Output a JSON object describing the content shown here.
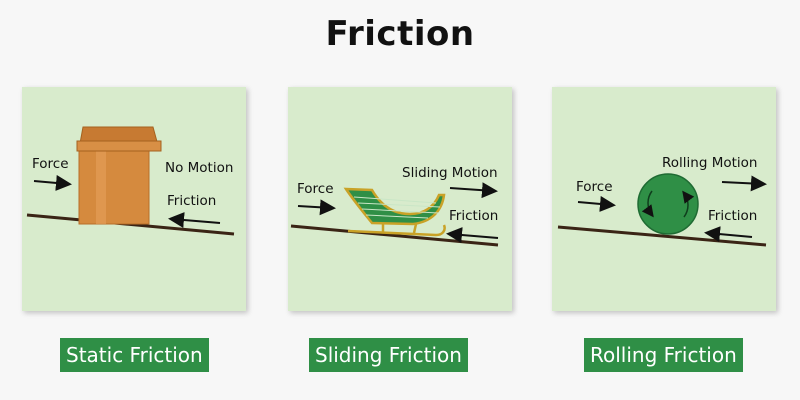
{
  "title": "Friction",
  "panels": [
    {
      "caption": "Static Friction",
      "force_label": "Force",
      "motion_label": "No Motion",
      "friction_label": "Friction"
    },
    {
      "caption": "Sliding Friction",
      "force_label": "Force",
      "motion_label": "Sliding Motion",
      "friction_label": "Friction"
    },
    {
      "caption": "Rolling Friction",
      "force_label": "Force",
      "motion_label": "Rolling Motion",
      "friction_label": "Friction"
    }
  ],
  "colors": {
    "panel_bg": "#d8ebcc",
    "caption_bg": "#2f8f46",
    "box": "#d58a3e",
    "sled": "#2f8f46",
    "sled_trim": "#c9a227",
    "wheel": "#2f8f46",
    "surface": "#3a2415"
  },
  "icons": [
    "box-icon",
    "sled-icon",
    "wheel-icon",
    "arrow-right-icon",
    "arrow-left-icon"
  ]
}
